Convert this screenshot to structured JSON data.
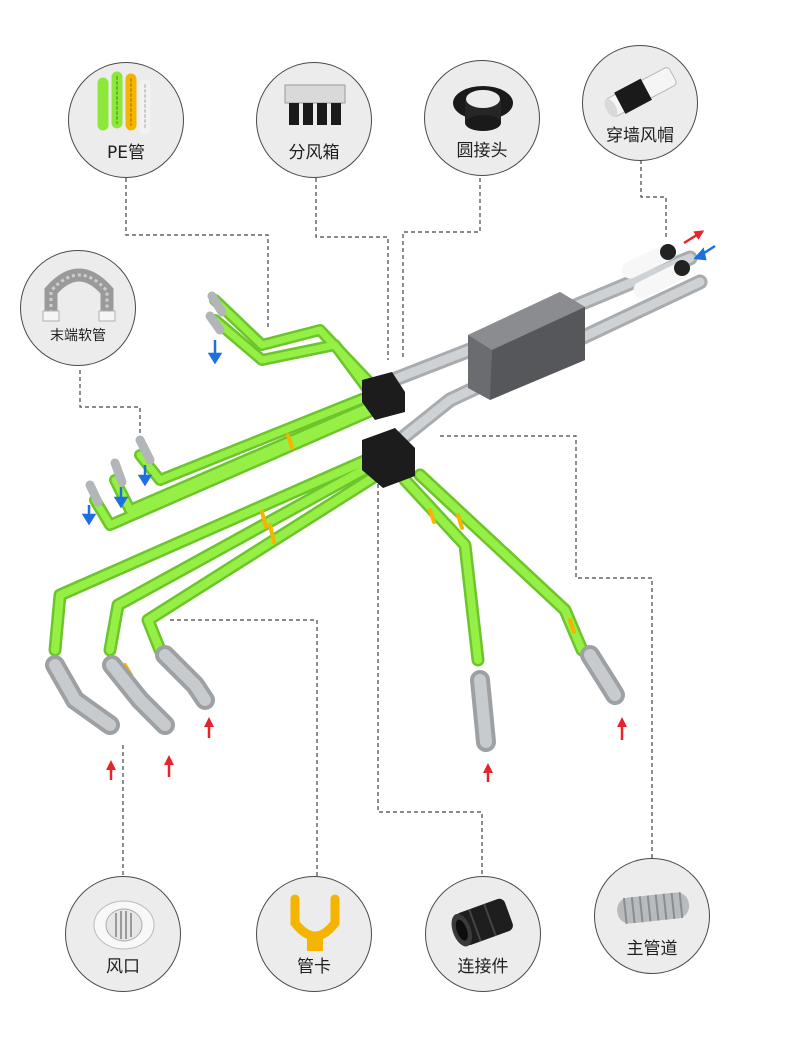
{
  "top_components": [
    {
      "label": "PE管",
      "icon": "pe-pipe-icon"
    },
    {
      "label": "分风箱",
      "icon": "air-distribution-box-icon"
    },
    {
      "label": "圆接头",
      "icon": "round-connector-icon"
    },
    {
      "label": "穿墙风帽",
      "icon": "wall-cap-icon"
    }
  ],
  "side_component": {
    "label": "末端软管",
    "icon": "flexible-hose-icon"
  },
  "bottom_components": [
    {
      "label": "风口",
      "icon": "air-vent-icon"
    },
    {
      "label": "管卡",
      "icon": "pipe-clamp-icon"
    },
    {
      "label": "连接件",
      "icon": "coupling-icon"
    },
    {
      "label": "主管道",
      "icon": "main-duct-icon"
    }
  ],
  "colors": {
    "pe_pipe": "#8ee83a",
    "hose": "#b9bcc0",
    "box": "#5b5d60",
    "supply_arrow": "#e8242a",
    "exhaust_arrow": "#1e6fe0",
    "clamp": "#f4b400",
    "leader_line": "#444444"
  }
}
